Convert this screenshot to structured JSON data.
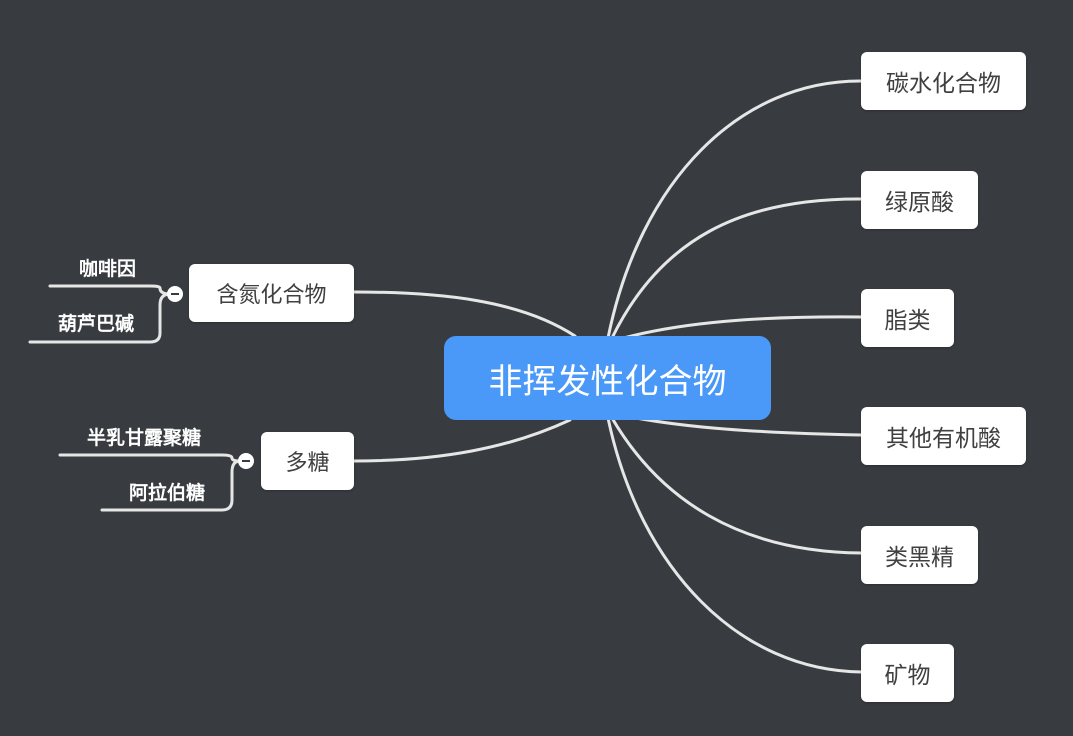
{
  "root": {
    "label": "非挥发性化合物"
  },
  "branches_right": [
    {
      "label": "碳水化合物"
    },
    {
      "label": "绿原酸"
    },
    {
      "label": "脂类"
    },
    {
      "label": "其他有机酸"
    },
    {
      "label": "类黑精"
    },
    {
      "label": "矿物"
    }
  ],
  "branches_left": [
    {
      "label": "含氮化合物",
      "children": [
        {
          "label": "咖啡因"
        },
        {
          "label": "葫芦巴碱"
        }
      ]
    },
    {
      "label": "多糖",
      "children": [
        {
          "label": "半乳甘露聚糖"
        },
        {
          "label": "阿拉伯糖"
        }
      ]
    }
  ],
  "colors": {
    "background": "#383c40",
    "root_fill": "#4a98f7",
    "node_fill": "#ffffff",
    "connector": "#e0e0e0"
  },
  "icons": {
    "collapse_toggle": "minus-circle-icon"
  }
}
